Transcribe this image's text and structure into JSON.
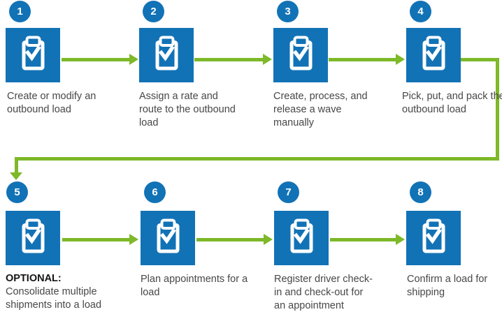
{
  "diagram": {
    "type": "process-flow",
    "colors": {
      "step_blue": "#1272B6",
      "arrow_green": "#7DB928",
      "label_text": "#474747",
      "optional_text": "#141414",
      "icon_white": "#FFFFFF"
    },
    "icon": "clipboard-check-icon",
    "steps": [
      {
        "number": "1",
        "lines": [
          "Create or modify an",
          "outbound load"
        ]
      },
      {
        "number": "2",
        "lines": [
          "Assign a rate and",
          "route to the outbound",
          "load"
        ]
      },
      {
        "number": "3",
        "lines": [
          "Create, process, and",
          "release a wave",
          "manually"
        ]
      },
      {
        "number": "4",
        "lines": [
          "Pick, put, and pack the",
          "outbound load"
        ]
      },
      {
        "number": "5",
        "lines": [
          "OPTIONAL:",
          "Consolidate multiple",
          "shipments into a load"
        ]
      },
      {
        "number": "6",
        "lines": [
          "Plan appointments for a",
          "load"
        ]
      },
      {
        "number": "7",
        "lines": [
          "Register driver check-",
          "in and check-out for",
          "an appointment"
        ]
      },
      {
        "number": "8",
        "lines": [
          "Confirm a load for",
          "shipping"
        ]
      }
    ]
  }
}
